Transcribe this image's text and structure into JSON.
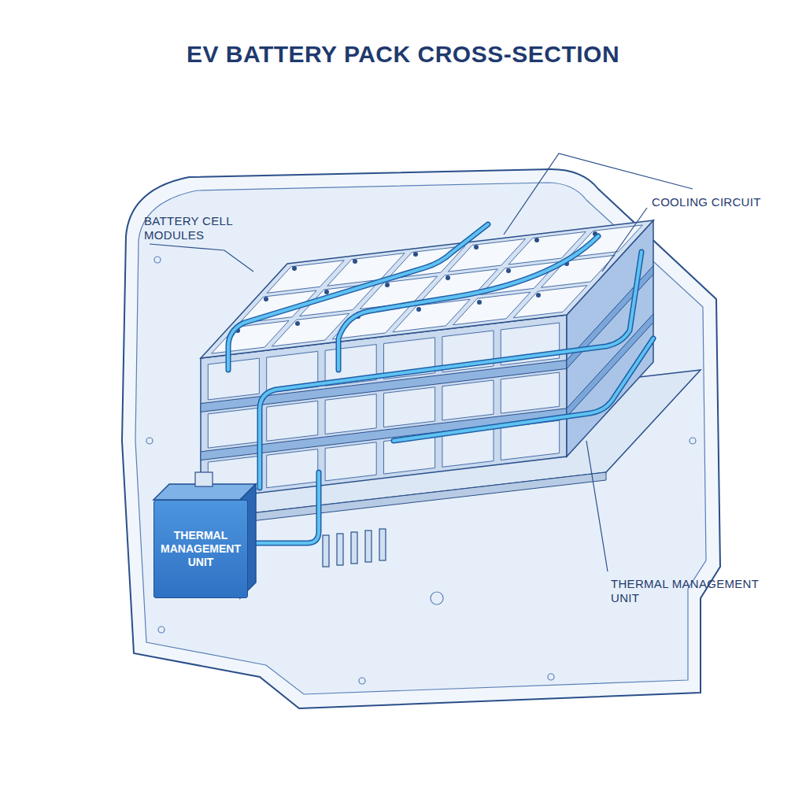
{
  "diagram": {
    "title": "EV BATTERY PACK CROSS-SECTION",
    "nodes": [
      {
        "text": [
          "THERMAL MANAGEMENT UNIT"
        ]
      }
    ],
    "labels": [
      "BATTERY CELL MODULES",
      "COOLING CIRCUIT",
      "THERMAL MANAGEMENT UNIT"
    ]
  }
}
